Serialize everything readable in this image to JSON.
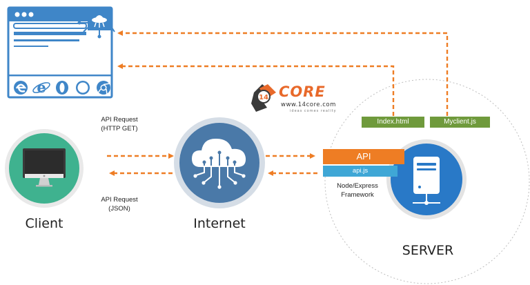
{
  "logo": {
    "mark": "14",
    "brand": "CORE",
    "url": "www.14core.com",
    "tagline": "ideas comes reality"
  },
  "client": {
    "label": "Client",
    "icon": "monitor-icon"
  },
  "internet": {
    "label": "Internet",
    "icon": "cloud-circuit-icon"
  },
  "server": {
    "label": "SERVER",
    "icon": "server-tower-icon",
    "api_label": "API",
    "apijs_label": "api.js",
    "framework_line1": "Node/Express",
    "framework_line2": "Framework",
    "files": [
      "Index.html",
      "Myclient.js"
    ]
  },
  "arrows": {
    "request_line1": "API Request",
    "request_line2": "(HTTP GET)",
    "response_line1": "API Request",
    "response_line2": "(JSON)"
  },
  "browser": {
    "icons": [
      "edge-icon",
      "ie-icon",
      "opera-icon",
      "safari-icon",
      "chrome-icon"
    ],
    "extension_icon": "alien-ufo-icon"
  },
  "colors": {
    "arrow": "#ee7d24",
    "browser_blue": "#3f86c8",
    "client_green": "#3fb28f",
    "internet_blue": "#4a79a8",
    "server_blue": "#2979c7",
    "file_green": "#6f9a3c",
    "api_orange": "#ee7d24",
    "apijs_blue": "#3fa7d6"
  }
}
